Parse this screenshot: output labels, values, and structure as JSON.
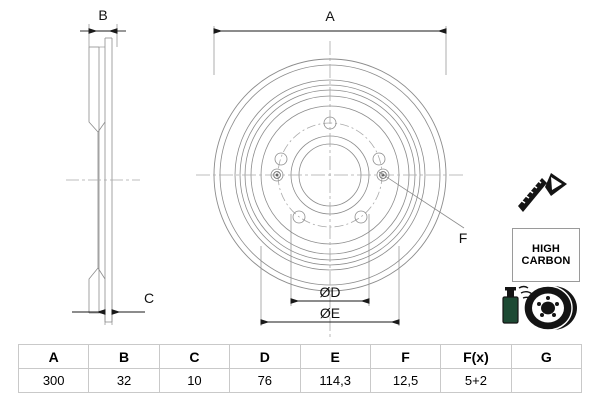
{
  "drawing": {
    "title_labels": {
      "a": "A",
      "b": "B",
      "c": "C",
      "f": "F",
      "d_dia": "ØD",
      "e_dia": "ØE"
    },
    "views": {
      "side_view_name": "brake-disc-side-section-view",
      "front_view_name": "brake-disc-front-view"
    },
    "line_color": "#8c8c8c",
    "dim_color": "#1a1a1a",
    "center_line_color": "#a9a9a9"
  },
  "side_panel": {
    "screw_icon": "countersunk-screw-icon",
    "high_carbon_badge": {
      "line1": "HIGH",
      "line2": "CARBON"
    },
    "coating_icon": "spray-can-coated-disc-icon",
    "coating_accent_color": "#1d4a34"
  },
  "spec_table": {
    "headers": [
      "A",
      "B",
      "C",
      "D",
      "E",
      "F",
      "F(x)",
      "G"
    ],
    "values": [
      "300",
      "32",
      "10",
      "76",
      "114,3",
      "12,5",
      "5+2",
      ""
    ]
  }
}
